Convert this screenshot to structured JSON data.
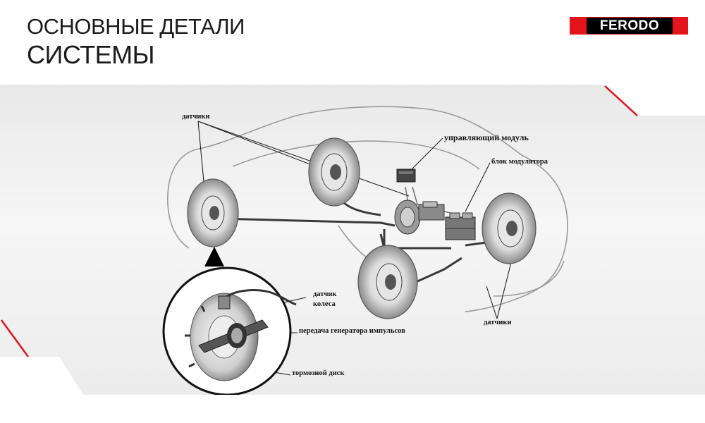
{
  "header": {
    "title_line1": "ОСНОВНЫЕ ДЕТАЛИ",
    "title_line2": "СИСТЕМЫ"
  },
  "brand": {
    "logo_text": "FERODO",
    "logo_red": "#e3141c",
    "logo_black": "#000000"
  },
  "diagram": {
    "labels": {
      "sensors_top": "датчики",
      "control_module": "управляющий модуль",
      "modulator_block": "блок модулятора",
      "wheel_sensor_line1": "датчик",
      "wheel_sensor_line2": "колеса",
      "pulse_generator": "передача генератора импульсов",
      "sensors_bottom": "датчики",
      "brake_disc": "тормозной диск"
    }
  }
}
